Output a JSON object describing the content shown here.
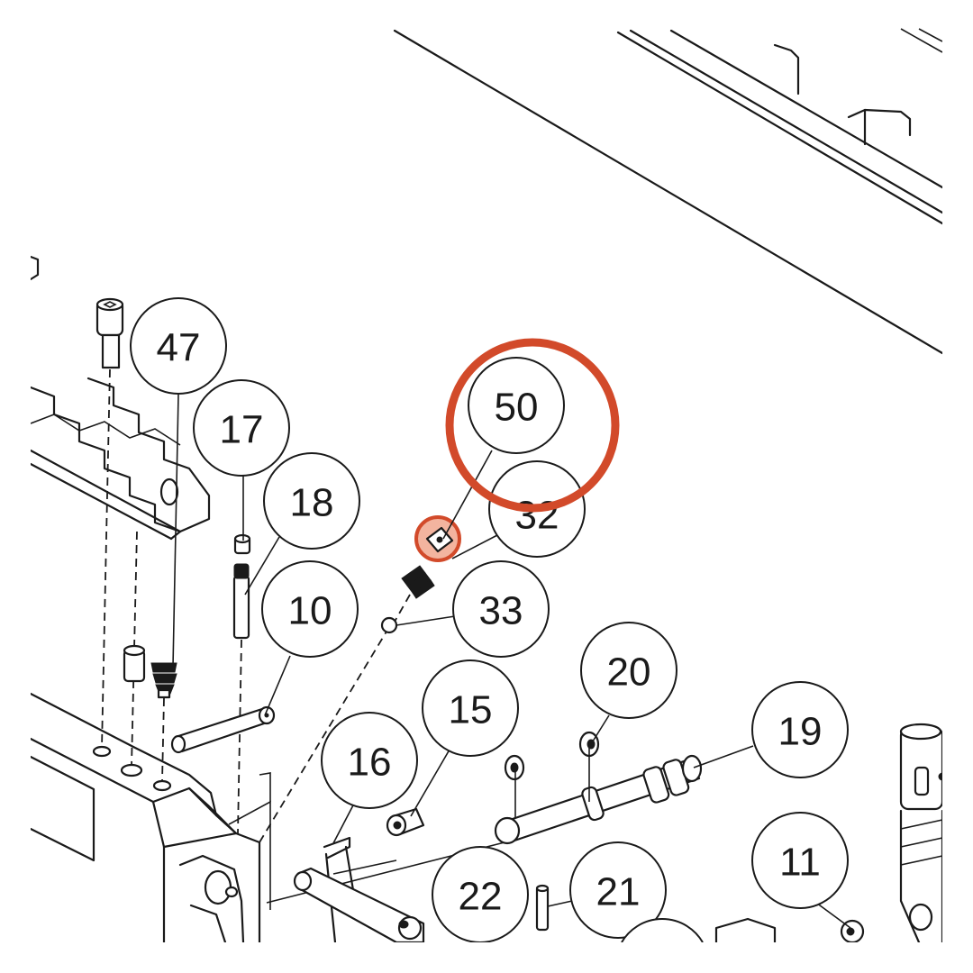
{
  "highlight": {
    "ring_color": "#d24a2a",
    "fill_color": "#f3b49f"
  },
  "callouts": [
    {
      "id": "47",
      "label": "47"
    },
    {
      "id": "17",
      "label": "17"
    },
    {
      "id": "18",
      "label": "18"
    },
    {
      "id": "10",
      "label": "10"
    },
    {
      "id": "50",
      "label": "50"
    },
    {
      "id": "32",
      "label": "32"
    },
    {
      "id": "33",
      "label": "33"
    },
    {
      "id": "20",
      "label": "20"
    },
    {
      "id": "15",
      "label": "15"
    },
    {
      "id": "19",
      "label": "19"
    },
    {
      "id": "16",
      "label": "16"
    },
    {
      "id": "11",
      "label": "11"
    },
    {
      "id": "22",
      "label": "22"
    },
    {
      "id": "21",
      "label": "21"
    }
  ]
}
